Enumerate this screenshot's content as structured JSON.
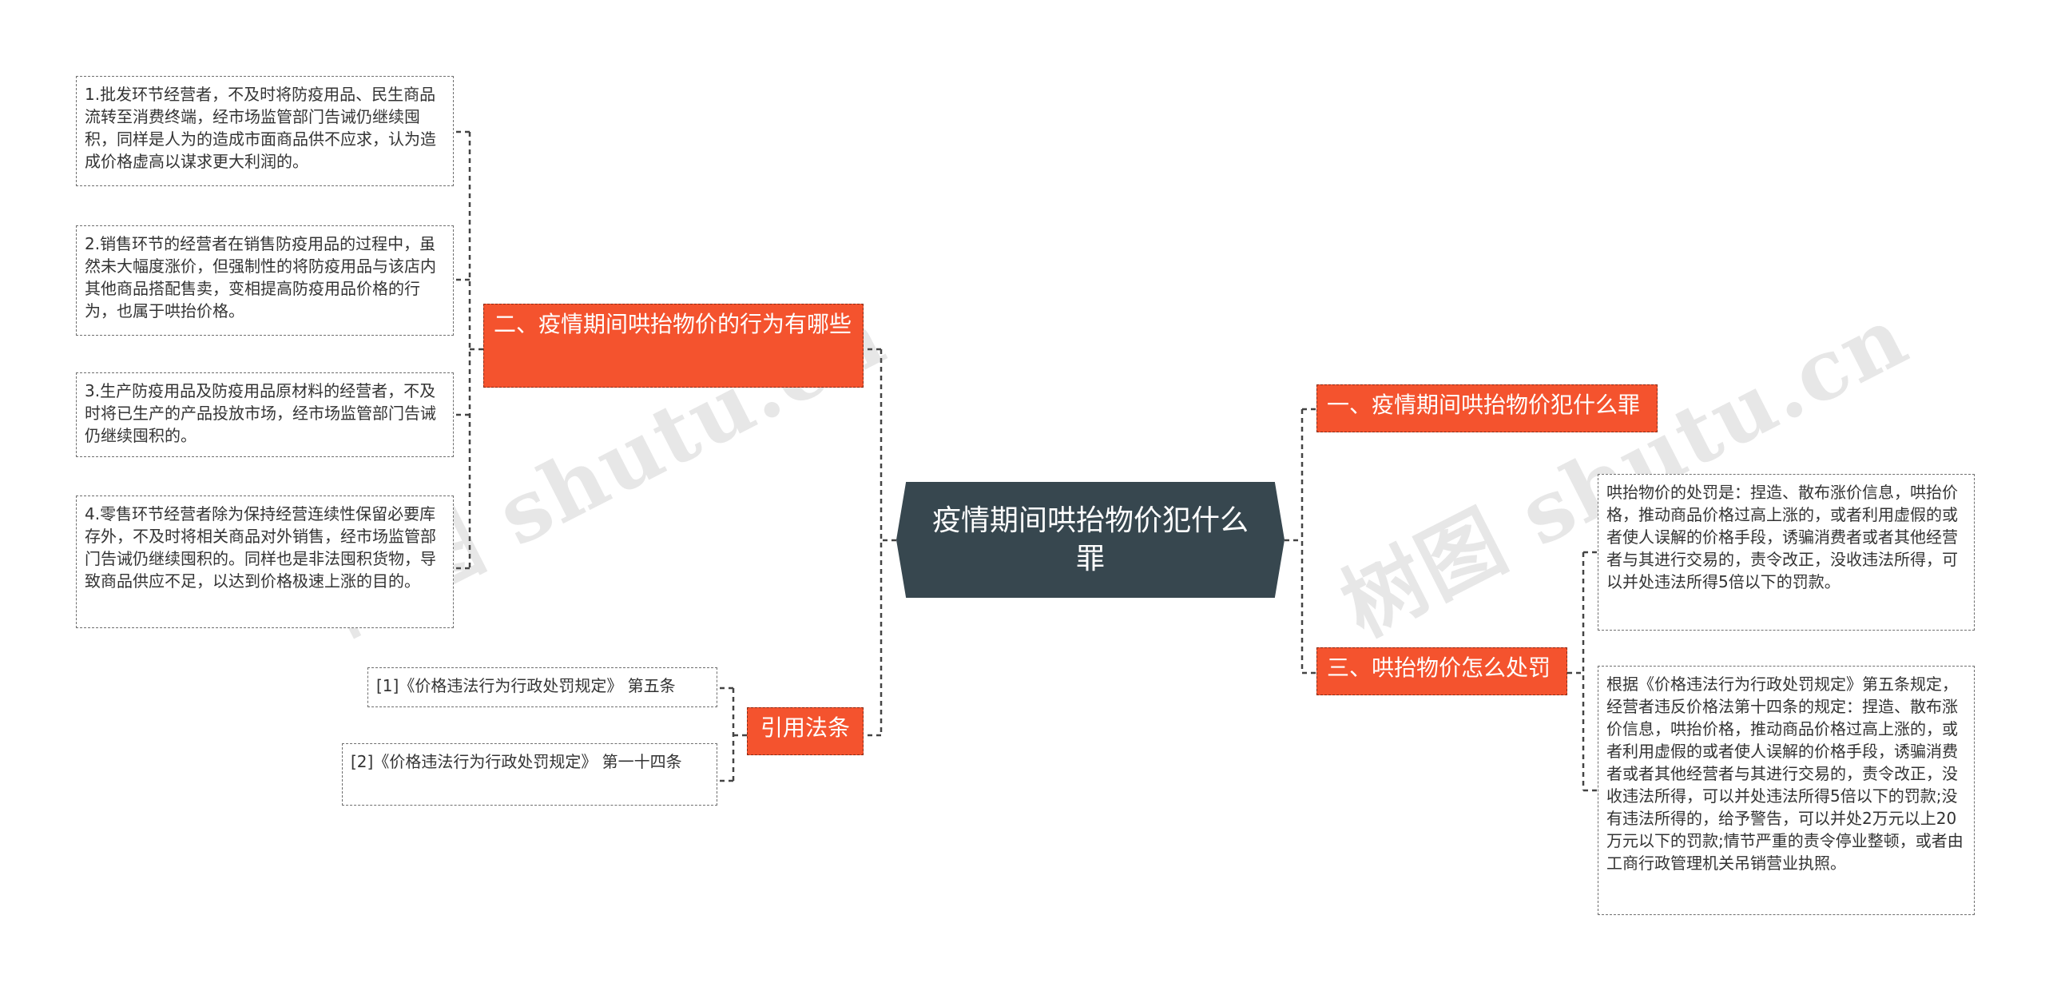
{
  "center": {
    "title": "疫情期间哄抬物价犯什么罪"
  },
  "branches": {
    "b1": {
      "label": "一、疫情期间哄抬物价犯什么罪"
    },
    "b2": {
      "label": "二、疫情期间哄抬物价的行为有哪些"
    },
    "b3": {
      "label": "三、哄抬物价怎么处罚"
    },
    "b4": {
      "label": "引用法条"
    }
  },
  "leaves": {
    "l1": "1.批发环节经营者，不及时将防疫用品、民生商品流转至消费终端，经市场监管部门告诫仍继续囤积，同样是人为的造成市面商品供不应求，认为造成价格虚高以谋求更大利润的。",
    "l2": "2.销售环节的经营者在销售防疫用品的过程中，虽然未大幅度涨价，但强制性的将防疫用品与该店内其他商品搭配售卖，变相提高防疫用品价格的行为，也属于哄抬价格。",
    "l3": "3.生产防疫用品及防疫用品原材料的经营者，不及时将已生产的产品投放市场，经市场监管部门告诫仍继续囤积的。",
    "l4": "4.零售环节经营者除为保持经营连续性保留必要库存外，不及时将相关商品对外销售，经市场监管部门告诫仍继续囤积的。同样也是非法囤积货物，导致商品供应不足，以达到价格极速上涨的目的。",
    "l5": "[1]《价格违法行为行政处罚规定》 第五条",
    "l6": "[2]《价格违法行为行政处罚规定》 第一十四条",
    "l7": "哄抬物价的处罚是：捏造、散布涨价信息，哄抬价格，推动商品价格过高上涨的，或者利用虚假的或者使人误解的价格手段，诱骗消费者或者其他经营者与其进行交易的，责令改正，没收违法所得，可以并处违法所得5倍以下的罚款。",
    "l8": "根据《价格违法行为行政处罚规定》第五条规定，经营者违反价格法第十四条的规定：捏造、散布涨价信息，哄抬价格，推动商品价格过高上涨的，或者利用虚假的或者使人误解的价格手段，诱骗消费者或者其他经营者与其进行交易的，责令改正，没收违法所得，可以并处违法所得5倍以下的罚款;没有违法所得的，给予警告，可以并处2万元以上20万元以下的罚款;情节严重的责令停业整顿，或者由工商行政管理机关吊销营业执照。"
  },
  "watermarks": [
    "树图 shutu.cn",
    "树图 shutu.cn"
  ],
  "colors": {
    "center": "#37474f",
    "branch": "#f4532e",
    "leaf_border": "#6f6f6f",
    "line": "#444444"
  }
}
